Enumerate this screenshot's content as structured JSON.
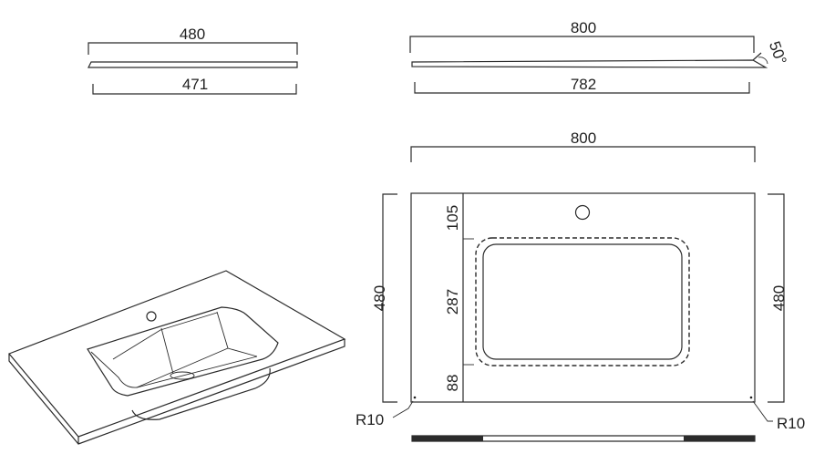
{
  "side_view_small": {
    "top_dim": "480",
    "bottom_dim": "471"
  },
  "side_view_large": {
    "top_dim": "800",
    "bottom_dim": "782",
    "angle": "50°"
  },
  "top_view": {
    "width_dim": "800",
    "left_height_dim": "480",
    "right_height_dim": "480",
    "seg_top": "105",
    "seg_mid": "287",
    "seg_bottom": "88",
    "radius_left": "R10",
    "radius_right": "R10"
  }
}
